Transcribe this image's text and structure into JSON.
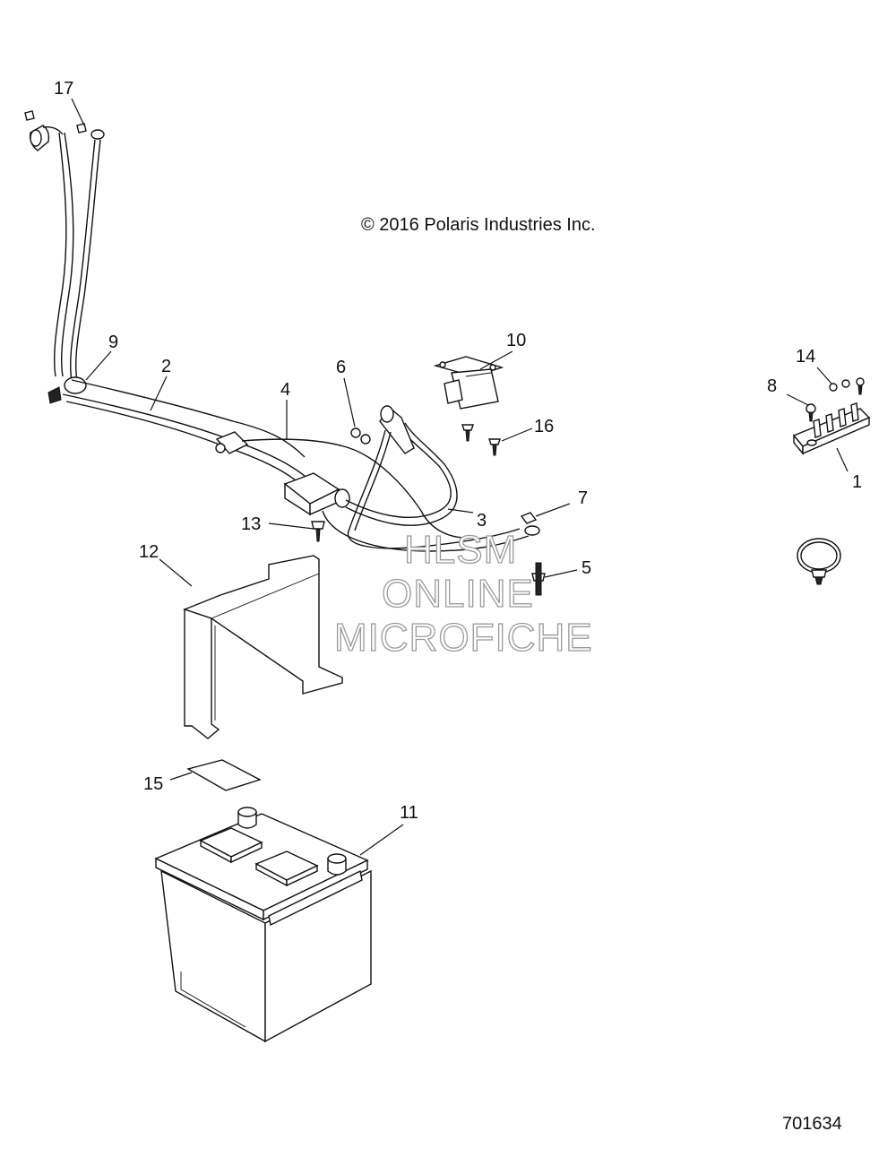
{
  "copyright": "© 2016 Polaris Industries Inc.",
  "drawing_number": "701634",
  "watermark": [
    "HLSM",
    "ONLINE",
    "MICROFICHE"
  ],
  "callouts": [
    "1",
    "2",
    "3",
    "4",
    "5",
    "6",
    "7",
    "8",
    "9",
    "10",
    "11",
    "12",
    "13",
    "14",
    "15",
    "16",
    "17"
  ]
}
